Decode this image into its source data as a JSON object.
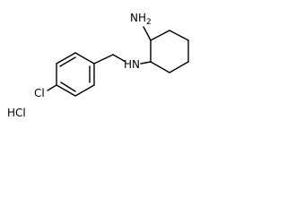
{
  "molecule": {
    "atoms": {
      "amine": "NH2",
      "secondary_amine": "NH",
      "chlorine": "Cl",
      "salt": "HCl"
    },
    "label_parts": {
      "amine_element": "N",
      "amine_h": "H",
      "amine_count": "2",
      "secondary_amine_h": "H",
      "secondary_amine_n": "N"
    }
  }
}
